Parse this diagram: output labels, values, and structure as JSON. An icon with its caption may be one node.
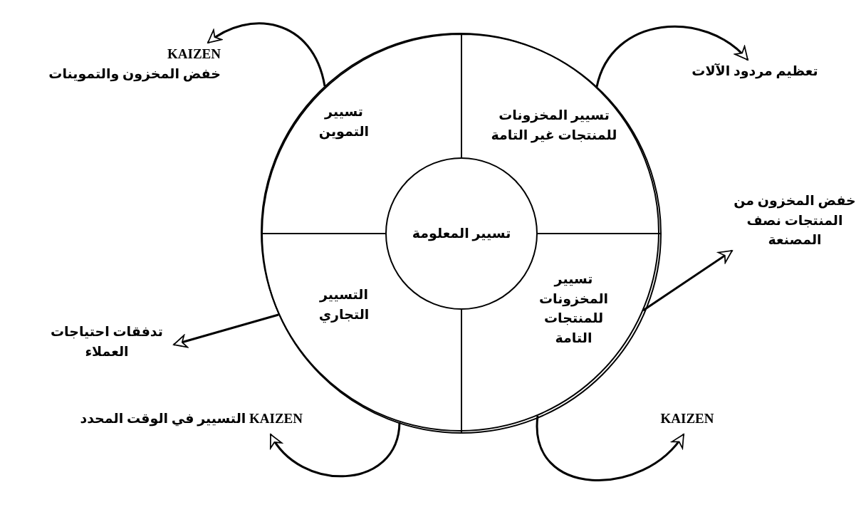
{
  "diagram": {
    "nodes": [
      {
        "text": [],
        "shape": "circle"
      },
      {
        "text": [
          "تسيير التموين"
        ],
        "in": 0
      },
      {
        "text": [
          "تسيير المخزونات للمنتجات غير التامة"
        ],
        "in": 0
      },
      {
        "text": [
          "التسيير التجاري"
        ],
        "in": 0
      },
      {
        "text": [
          "تسيير المخزونات للمنتجات التامة"
        ],
        "in": 0
      },
      {
        "text": [
          "تسيير المعلومة"
        ],
        "in": 0
      },
      {
        "text": [
          "KAIZEN",
          "خفض المخزون والتموينات"
        ]
      },
      {
        "text": [
          "تعظيم مردود الآلات"
        ]
      },
      {
        "text": [
          "خفض المخزون من المنتجات نصف المصنعة"
        ]
      },
      {
        "text": [
          "تدفقات احتياجات العملاء"
        ]
      },
      {
        "text": [
          "KAIZEN التسيير في الوقت المحدد"
        ]
      },
      {
        "text": [
          "KAIZEN"
        ]
      }
    ],
    "edges": [
      {
        "from": 1,
        "to": 6,
        "arrow": "to"
      },
      {
        "from": 2,
        "to": 7,
        "arrow": "to"
      },
      {
        "from": 4,
        "to": 8,
        "arrow": "to"
      },
      {
        "from": 3,
        "to": 9,
        "arrow": "to"
      },
      {
        "from": 3,
        "to": 10,
        "arrow": "to"
      },
      {
        "from": 4,
        "to": 11,
        "arrow": "to"
      }
    ]
  }
}
